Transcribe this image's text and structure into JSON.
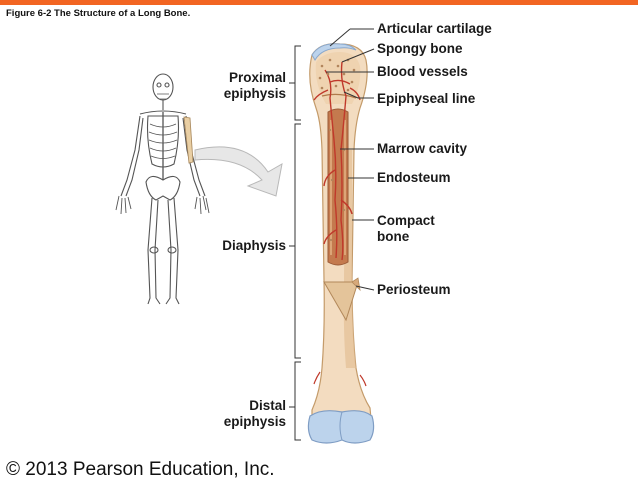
{
  "figure_title": "Figure 6-2  The Structure of a Long Bone.",
  "copyright": "© 2013 Pearson Education, Inc.",
  "left_labels": {
    "proximal": [
      "Proximal",
      "epiphysis"
    ],
    "diaphysis": "Diaphysis",
    "distal": [
      "Distal",
      "epiphysis"
    ]
  },
  "right_labels": {
    "articular_cartilage": "Articular cartilage",
    "spongy_bone": "Spongy bone",
    "blood_vessels": "Blood vessels",
    "epiphyseal_line": "Epiphyseal line",
    "marrow_cavity": "Marrow cavity",
    "endosteum": "Endosteum",
    "compact_bone": [
      "Compact",
      "bone"
    ],
    "periosteum": "Periosteum"
  },
  "colors": {
    "accent_bar": "#f26522",
    "bone": "#f3dcc0",
    "bone_shade": "#e2bf96",
    "cartilage": "#bcd3ec",
    "vessels": "#c0392b",
    "humerus_highlight": "#e9cfa4"
  }
}
